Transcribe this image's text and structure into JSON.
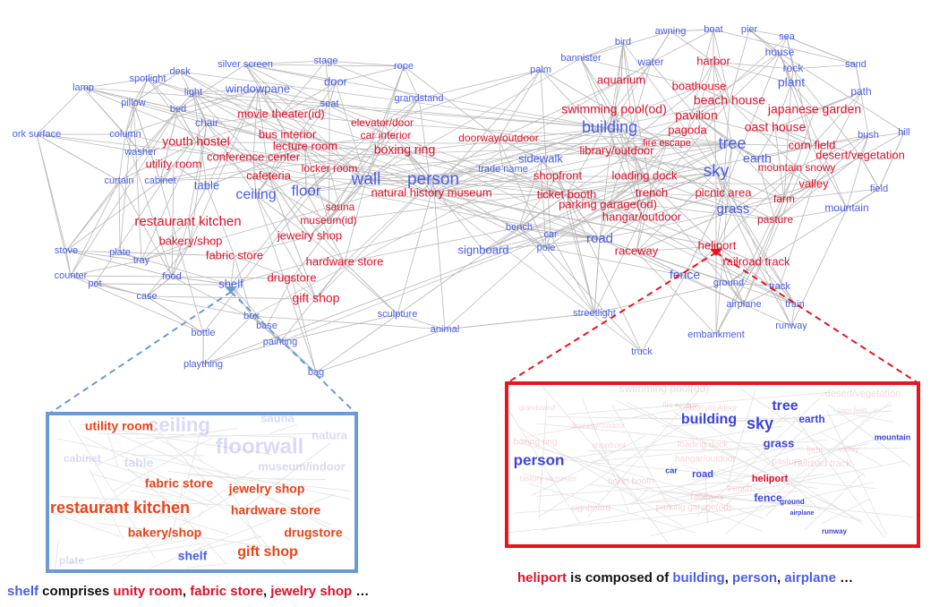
{
  "colors": {
    "object": "#4a5ee6",
    "scene": "#e0102a",
    "edge": "#b8b8b8",
    "left_zoom_border": "#6b9bd2",
    "right_zoom_border": "#e8141e",
    "caption_text": "#111111"
  },
  "graph": {
    "object_words": [
      "lamp",
      "spotlight",
      "desk",
      "silver screen",
      "stage",
      "rope",
      "pillow",
      "light",
      "windowpane",
      "door",
      "grandstand",
      "bed",
      "seat",
      "ork surface",
      "column",
      "chair",
      "washer",
      "curtain",
      "cabinet",
      "table",
      "ceiling",
      "floor",
      "wall",
      "person",
      "trade name",
      "sidewalk",
      "stove",
      "plate",
      "tray",
      "counter",
      "pot",
      "food",
      "case",
      "shelf",
      "box",
      "base",
      "bottle",
      "painting",
      "plaything",
      "bag",
      "sculpture",
      "animal",
      "bench",
      "car",
      "pole",
      "signboard",
      "road",
      "streetlight",
      "truck",
      "fence",
      "ground",
      "track",
      "airplane",
      "train",
      "runway",
      "embankment",
      "bird",
      "awning",
      "boat",
      "pier",
      "sea",
      "bannister",
      "palm",
      "water",
      "house",
      "rock",
      "sand",
      "plant",
      "path",
      "building",
      "tree",
      "sky",
      "earth",
      "grass",
      "bush",
      "hill",
      "field",
      "mountain"
    ],
    "scene_words": [
      "movie theater(id)",
      "elevator/door",
      "bus interior",
      "car interior",
      "lecture room",
      "boxing ring",
      "youth hostel",
      "conference center",
      "utility room",
      "locker room",
      "cafeteria",
      "doorway/outdoor",
      "natural history museum",
      "sauna",
      "museum(id)",
      "restaurant kitchen",
      "jewelry shop",
      "bakery/shop",
      "fabric store",
      "hardware store",
      "drugstore",
      "gift shop",
      "aquarium",
      "harbor",
      "boathouse",
      "beach house",
      "swimming pool(od)",
      "pavilion",
      "japanese garden",
      "oast house",
      "pagoda",
      "fire escape",
      "library/outdoor",
      "corn field",
      "desert/vegetation",
      "mountain snowy",
      "shopfront",
      "loading dock",
      "valley",
      "trench",
      "ticket booth",
      "picnic area",
      "parking garage(od)",
      "farm",
      "hangar/outdoor",
      "pasture",
      "raceway",
      "heliport",
      "railroad track"
    ]
  },
  "left_zoom": {
    "faded_words": [
      "ceiling",
      "floorwall",
      "sauna",
      "natura",
      "cabinet",
      "table",
      "museum/indoor",
      "plate"
    ],
    "red_words": [
      "utility room",
      "fabric store",
      "jewelry shop",
      "restaurant kitchen",
      "hardware store",
      "bakery/shop",
      "drugstore",
      "gift shop"
    ],
    "blue_words": [
      "shelf"
    ]
  },
  "right_zoom": {
    "faded_words": [
      "swimming pool(od)",
      "desert/vegetation",
      "grandstand",
      "fire escape",
      "library/outdoor",
      "corn field",
      "boxing ring",
      "shopfront",
      "loading dock",
      "doorway/outdoor",
      "history museum",
      "ticket booth",
      "hangar/outdoor",
      "pasture",
      "railroad track",
      "trench",
      "raceway",
      "signboard",
      "parking garage(od)",
      "valley",
      "farm"
    ],
    "blue_words": [
      "tree",
      "building",
      "sky",
      "earth",
      "mountain",
      "grass",
      "person",
      "car",
      "road",
      "fence",
      "ground",
      "airplane",
      "runway"
    ],
    "red_words": [
      "heliport"
    ]
  },
  "captions": {
    "left": [
      {
        "text": "shelf",
        "color": "object"
      },
      {
        "text": " comprises ",
        "color": "caption_text"
      },
      {
        "text": "unity room",
        "color": "scene"
      },
      {
        "text": ", ",
        "color": "caption_text"
      },
      {
        "text": "fabric store",
        "color": "scene"
      },
      {
        "text": ", ",
        "color": "caption_text"
      },
      {
        "text": "jewelry shop",
        "color": "scene"
      },
      {
        "text": " …",
        "color": "caption_text"
      }
    ],
    "right": [
      {
        "text": "heliport",
        "color": "scene"
      },
      {
        "text": " is composed of ",
        "color": "caption_text"
      },
      {
        "text": "building",
        "color": "object"
      },
      {
        "text": ", ",
        "color": "caption_text"
      },
      {
        "text": "person",
        "color": "object"
      },
      {
        "text": ", ",
        "color": "caption_text"
      },
      {
        "text": "airplane",
        "color": "object"
      },
      {
        "text": " …",
        "color": "caption_text"
      }
    ]
  }
}
